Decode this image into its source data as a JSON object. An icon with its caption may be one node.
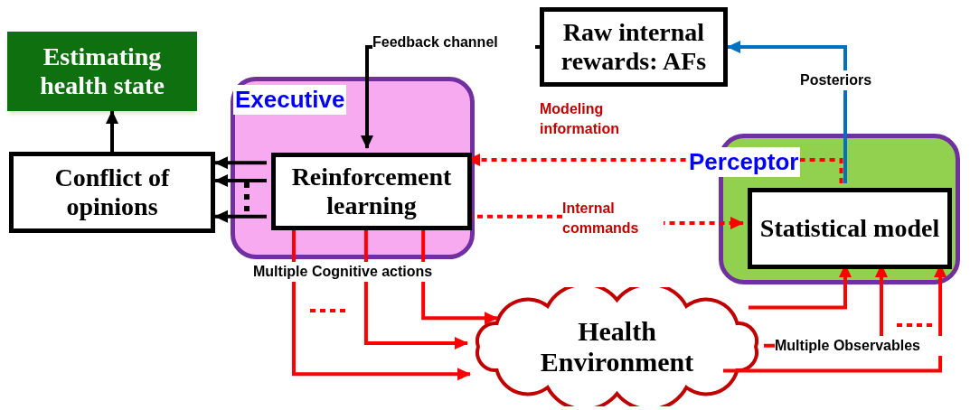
{
  "diagram": {
    "nodes": [
      {
        "text": [
          "Estimating health state"
        ]
      },
      {
        "text": [
          "Conflict of opinions"
        ]
      },
      {
        "text": [
          "Executive"
        ]
      },
      {
        "text": [
          "Reinforcement learning"
        ],
        "in": 2
      },
      {
        "text": [
          "Raw internal rewards: AFs"
        ]
      },
      {
        "text": [
          "Perceptor"
        ]
      },
      {
        "text": [
          "Statistical model"
        ],
        "in": 5
      },
      {
        "text": [
          "Health Environment"
        ]
      }
    ],
    "edges": [
      {
        "from": 3,
        "to": 1,
        "arrow": "to",
        "color": "#000000"
      },
      {
        "from": 3,
        "to": 1,
        "arrow": "to",
        "color": "#000000"
      },
      {
        "from": 3,
        "to": 1,
        "arrow": "to",
        "color": "#000000"
      },
      {
        "from": 1,
        "to": 0,
        "arrow": "to",
        "color": "#000000"
      },
      {
        "from": 4,
        "to": 3,
        "arrow": "to",
        "label": "Feedback channel",
        "color": "#000000"
      },
      {
        "from": 6,
        "to": 4,
        "arrow": "to",
        "label": "Posteriors",
        "color": "#0070c0"
      },
      {
        "from": 6,
        "to": 3,
        "arrow": "to",
        "label": "Modeling information",
        "style": "dashed"
      },
      {
        "from": 3,
        "to": 6,
        "arrow": "to",
        "label": "Internal commands",
        "style": "dashed"
      },
      {
        "from": 3,
        "to": 7,
        "arrow": "to"
      },
      {
        "from": 3,
        "to": 7,
        "arrow": "to",
        "label": "Multiple Cognitive actions"
      },
      {
        "from": 3,
        "to": 7,
        "arrow": "to"
      },
      {
        "from": 7,
        "to": 6,
        "arrow": "to"
      },
      {
        "from": 7,
        "to": 6,
        "arrow": "to",
        "label": "Multiple Observables"
      },
      {
        "from": 7,
        "to": 6,
        "arrow": "to"
      }
    ]
  }
}
